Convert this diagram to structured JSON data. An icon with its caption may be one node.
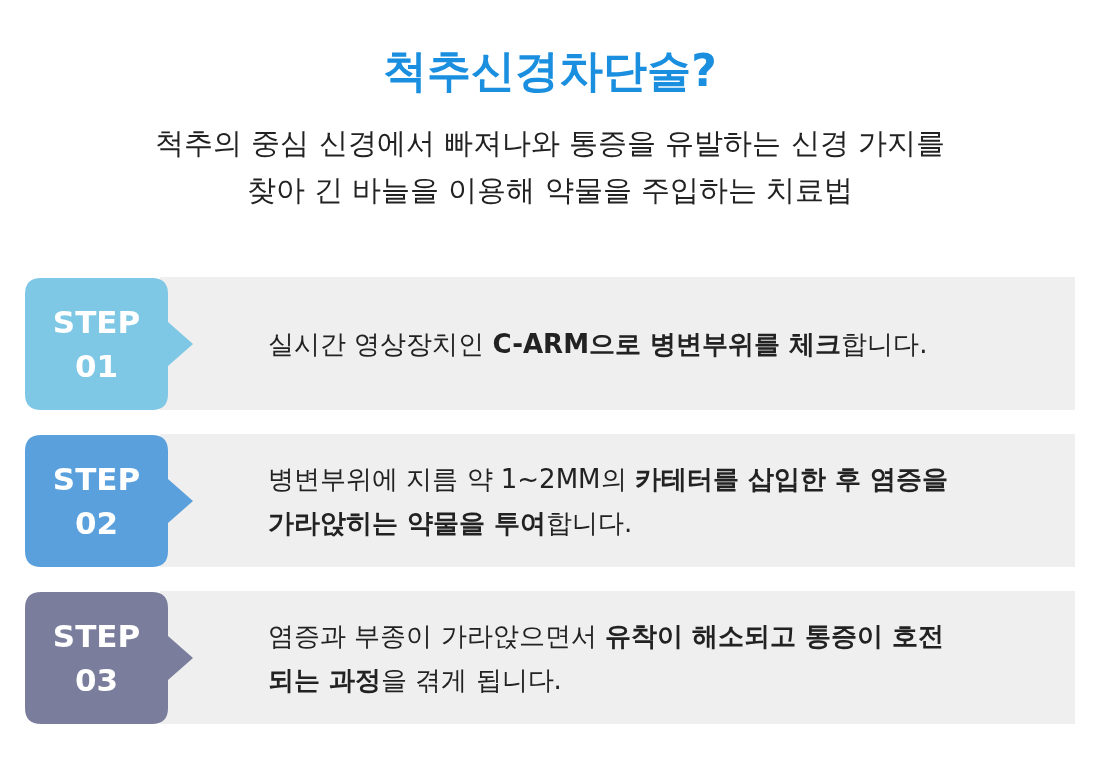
{
  "diagram": {
    "title": "척추신경차단술?",
    "labels": [
      "척추의 중심 신경에서 빠져나와 통증을 유발하는 신경 가지를 찾아 긴 바늘을 이용해 약물을 주입하는 치료법"
    ],
    "nodes": [
      {
        "text": [
          "STEP 01"
        ]
      },
      {
        "text": [
          "실시간 영상장치인 **C-ARM으로 병변부위를 체크**합니다."
        ]
      },
      {
        "text": [
          "STEP 02"
        ]
      },
      {
        "text": [
          "병변부위에 지름 약 1~2MM의 **카테터를 삽입한 후 염증을 가라앉히는 약물을 투여**합니다."
        ]
      },
      {
        "text": [
          "STEP 03"
        ]
      },
      {
        "text": [
          "염증과 부종이 가라앉으면서 **유착이 해소되고 통증이 호전되는 과정**을 겪게 됩니다."
        ]
      }
    ]
  }
}
